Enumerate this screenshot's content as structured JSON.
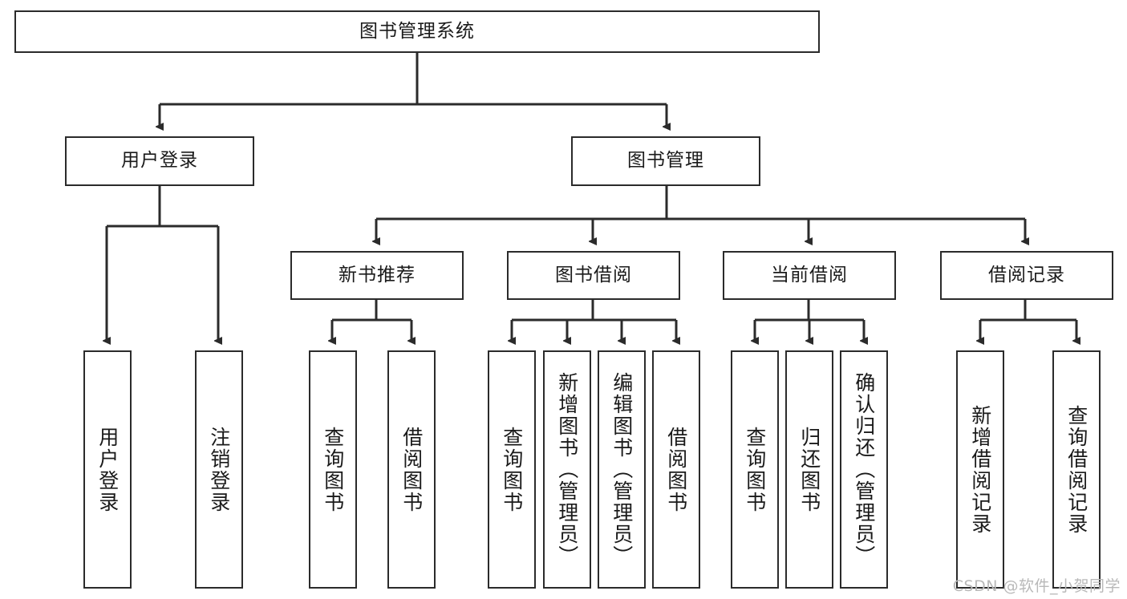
{
  "diagram": {
    "type": "tree-hierarchy-chart",
    "title": "图书管理系统",
    "line_color": "#2b2b2b",
    "box_fill": "#ffffff",
    "text_color": "#1a1a1a",
    "watermark": "CSDN @软件_小贺同学",
    "levels": {
      "root": {
        "label": "图书管理系统"
      },
      "level2": [
        {
          "label": "用户登录"
        },
        {
          "label": "图书管理"
        }
      ],
      "level3": [
        {
          "label": "新书推荐"
        },
        {
          "label": "图书借阅"
        },
        {
          "label": "当前借阅"
        },
        {
          "label": "借阅记录"
        }
      ],
      "leaves_user_login": [
        {
          "label": "用户登录"
        },
        {
          "label": "注销登录"
        }
      ],
      "leaves_new_book": [
        {
          "label": "查询图书"
        },
        {
          "label": "借阅图书"
        }
      ],
      "leaves_borrow": [
        {
          "label": "查询图书"
        },
        {
          "label": "新增图书（管理员）"
        },
        {
          "label": "编辑图书（管理员）"
        },
        {
          "label": "借阅图书"
        }
      ],
      "leaves_current": [
        {
          "label": "查询图书"
        },
        {
          "label": "归还图书"
        },
        {
          "label": "确认归还（管理员）"
        }
      ],
      "leaves_records": [
        {
          "label": "新增借阅记录"
        },
        {
          "label": "查询借阅记录"
        }
      ]
    }
  }
}
